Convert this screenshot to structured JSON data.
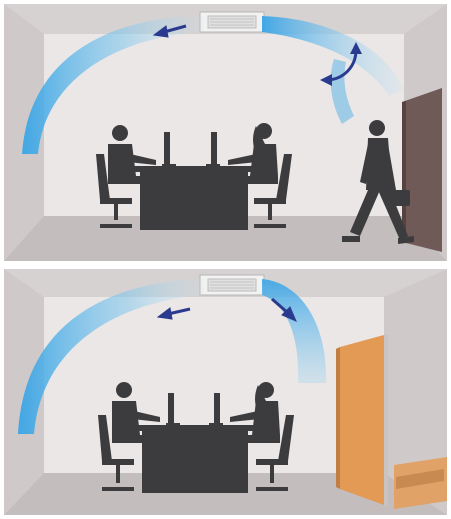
{
  "colors": {
    "back_wall": "#ebe7e6",
    "side_wall": "#cfcac9",
    "ceiling": "#d9d5d4",
    "floor": "#c3bebd",
    "airflow": "#5fb4e6",
    "arrow": "#2a3b8f",
    "silhouette": "#3c3c3e",
    "door_open": "#6f5a58",
    "door_closed": "#e39a55",
    "sofa": "#e0a266"
  },
  "scenes": [
    {
      "id": "door-open",
      "door": "open",
      "airflow_direction": "toward-door-and-person",
      "people": [
        "seated-man",
        "seated-woman",
        "walking-man-with-briefcase"
      ]
    },
    {
      "id": "door-closed",
      "door": "closed",
      "airflow_direction": "toward-closed-door",
      "people": [
        "seated-man",
        "seated-woman"
      ]
    }
  ]
}
